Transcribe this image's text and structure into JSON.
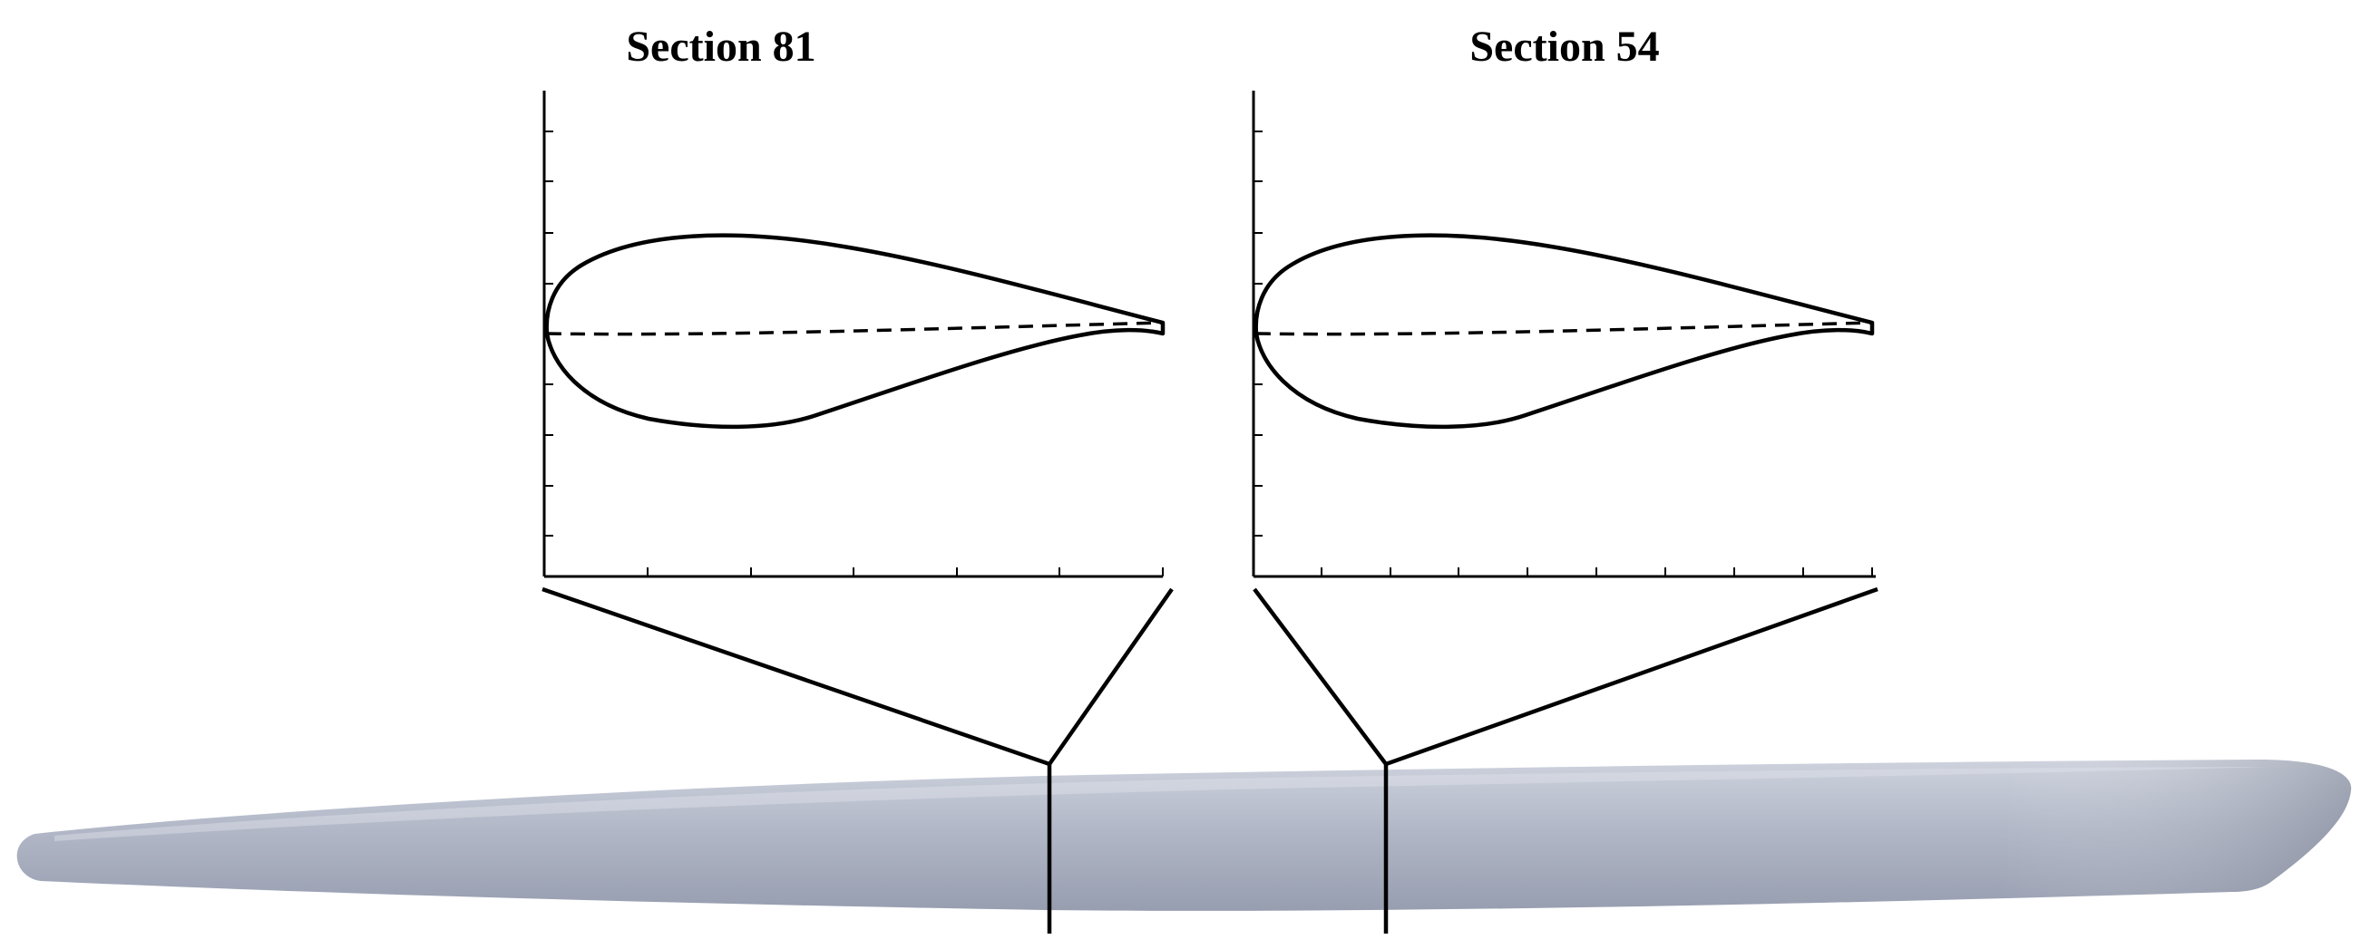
{
  "sections": [
    {
      "id": "s81",
      "title": "Section 81"
    },
    {
      "id": "s54",
      "title": "Section 54"
    }
  ],
  "colors": {
    "blade_light": "#c4cad6",
    "blade_mid": "#a3aabb",
    "blade_dark": "#868d9f",
    "line": "#000000"
  }
}
